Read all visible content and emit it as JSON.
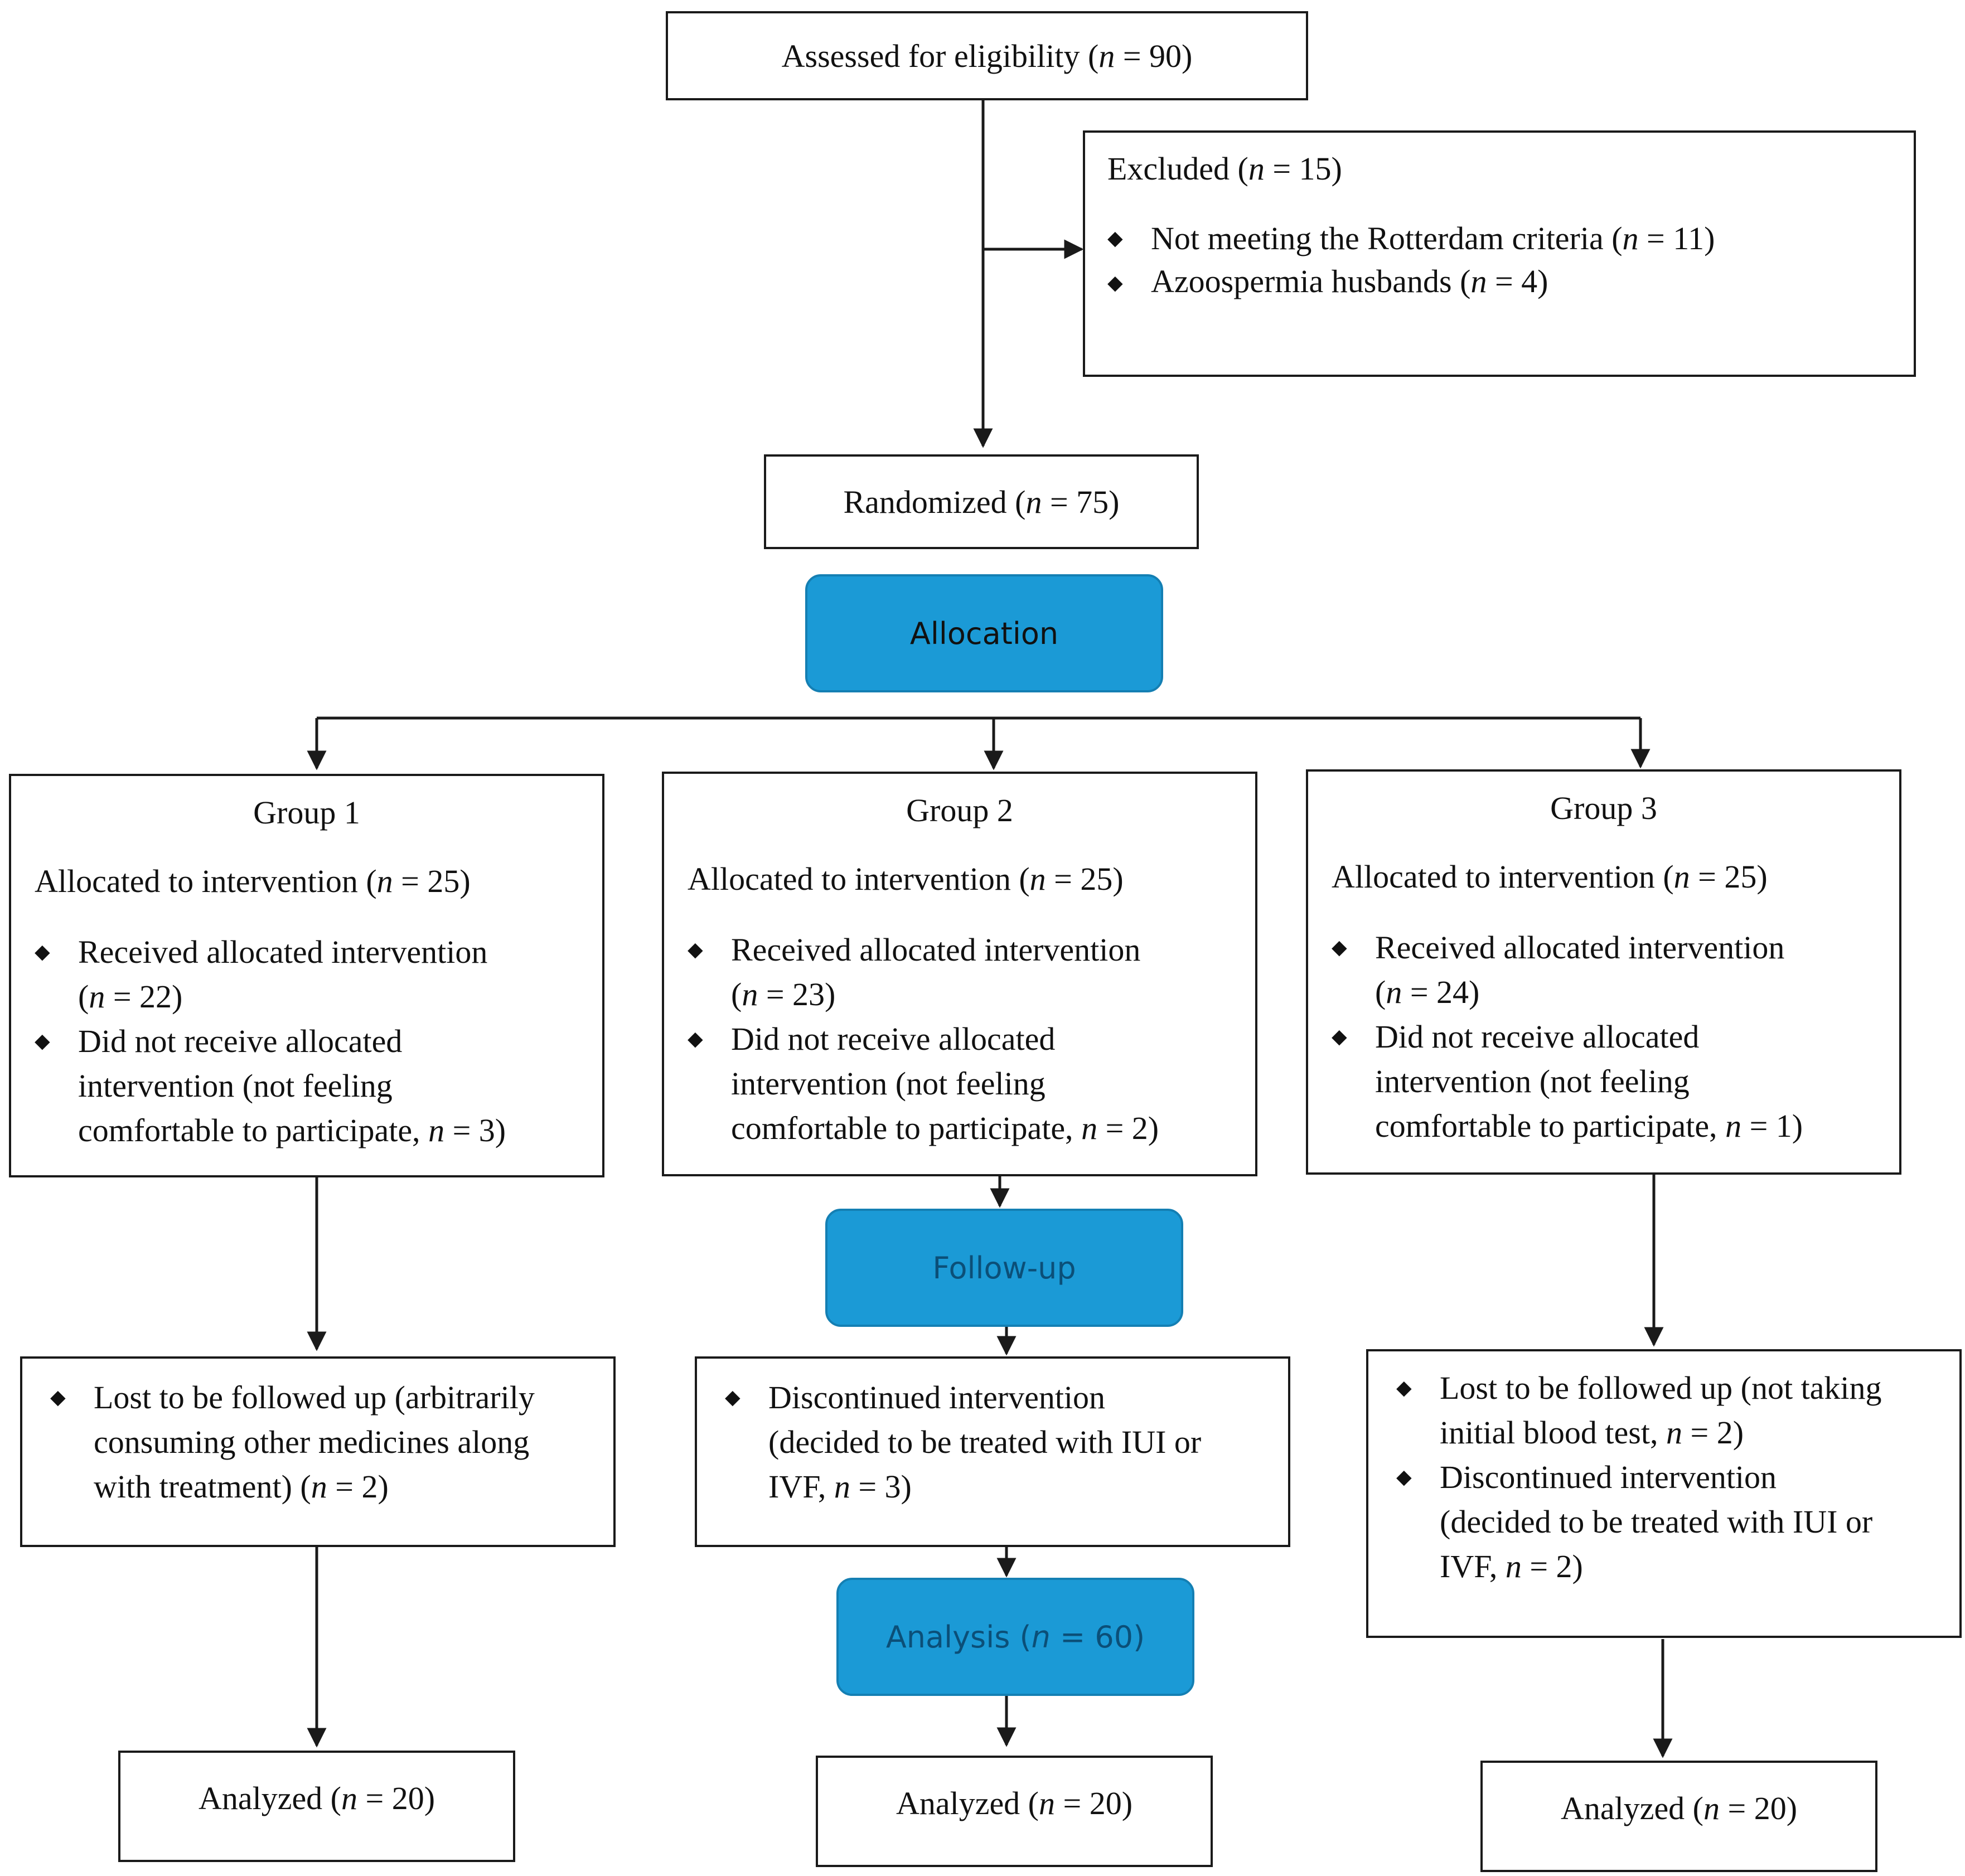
{
  "assessed": {
    "prefix": "Assessed for eligibility (",
    "n_var": "n",
    "suffix": " = 90)"
  },
  "excluded": {
    "title_prefix": "Excluded (",
    "title_n_var": "n",
    "title_suffix": " = 15)",
    "items": [
      {
        "prefix": "Not meeting the Rotterdam criteria (",
        "n_var": "n",
        "suffix": " = 11)"
      },
      {
        "prefix": "Azoospermia husbands (",
        "n_var": "n",
        "suffix": " = 4)"
      }
    ]
  },
  "randomized": {
    "prefix": "Randomized (",
    "n_var": "n",
    "suffix": " = 75)"
  },
  "stages": {
    "allocation": "Allocation",
    "follow_up": "Follow-up",
    "analysis_prefix": "Analysis (",
    "analysis_n_var": "n",
    "analysis_suffix": " = 60)"
  },
  "groups": [
    {
      "title": "Group 1",
      "allocated": {
        "prefix": "Allocated to intervention (",
        "n_var": "n",
        "suffix": " = 25)"
      },
      "received": {
        "line1": "Received allocated intervention",
        "line2_prefix": "(",
        "line2_n_var": "n",
        "line2_suffix": " = 22)"
      },
      "not_received": {
        "line1": "Did not receive allocated",
        "line2": "intervention (not feeling",
        "line3_prefix": "comfortable to participate, ",
        "line3_n_var": "n",
        "line3_suffix": " = 3)"
      },
      "followup": {
        "line1": "Lost to be followed up (arbitrarily",
        "line2": "consuming other medicines along",
        "line3_prefix": "with treatment) (",
        "line3_n_var": "n",
        "line3_suffix": " = 2)"
      },
      "analyzed": {
        "prefix": "Analyzed (",
        "n_var": "n",
        "suffix": " = 20)"
      }
    },
    {
      "title": "Group 2",
      "allocated": {
        "prefix": "Allocated to intervention (",
        "n_var": "n",
        "suffix": " = 25)"
      },
      "received": {
        "line1": "Received allocated intervention",
        "line2_prefix": "(",
        "line2_n_var": "n",
        "line2_suffix": " = 23)"
      },
      "not_received": {
        "line1": "Did not receive allocated",
        "line2": "intervention (not feeling",
        "line3_prefix": "comfortable to participate, ",
        "line3_n_var": "n",
        "line3_suffix": " = 2)"
      },
      "followup": {
        "line1": "Discontinued intervention",
        "line2": "(decided to be treated with IUI or",
        "line3_prefix": "IVF, ",
        "line3_n_var": "n",
        "line3_suffix": " = 3)"
      },
      "analyzed": {
        "prefix": "Analyzed (",
        "n_var": "n",
        "suffix": " = 20)"
      }
    },
    {
      "title": "Group 3",
      "allocated": {
        "prefix": "Allocated to intervention (",
        "n_var": "n",
        "suffix": " = 25)"
      },
      "received": {
        "line1": "Received allocated intervention",
        "line2_prefix": "(",
        "line2_n_var": "n",
        "line2_suffix": " = 24)"
      },
      "not_received": {
        "line1": "Did not receive allocated",
        "line2": "intervention (not feeling",
        "line3_prefix": "comfortable to participate, ",
        "line3_n_var": "n",
        "line3_suffix": " = 1)"
      },
      "followup_a": {
        "line1": "Lost to be followed up (not taking",
        "line2_prefix": "initial blood test, ",
        "line2_n_var": "n",
        "line2_suffix": " = 2)"
      },
      "followup_b": {
        "line1": "Discontinued intervention",
        "line2": "(decided to be treated with IUI or",
        "line3_prefix": "IVF, ",
        "line3_n_var": "n",
        "line3_suffix": " = 2)"
      },
      "analyzed": {
        "prefix": "Analyzed (",
        "n_var": "n",
        "suffix": " = 20)"
      }
    }
  ],
  "colors": {
    "stage_fill": "#1b9ad6",
    "stage_border": "#147fb3",
    "stage_text_dark": "#111111",
    "stage_text_blue": "#0b4f78",
    "line": "#1a1a1a"
  }
}
